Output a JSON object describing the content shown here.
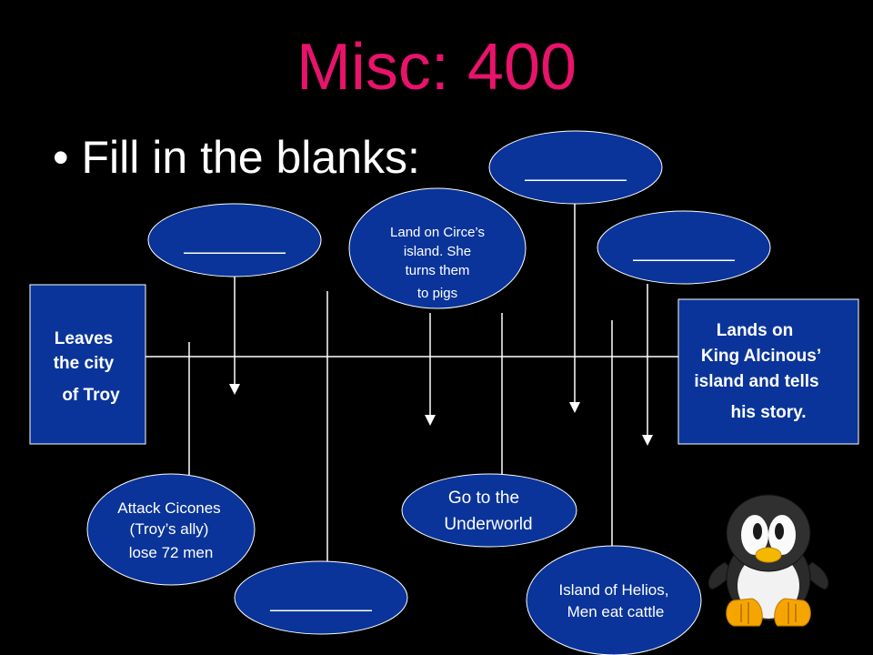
{
  "title": "Misc: 400",
  "bullet": "Fill in the blanks:",
  "boxes": {
    "start": [
      "Leaves",
      "the city",
      "of Troy"
    ],
    "end": [
      "Lands on",
      "King Alcinous’",
      "island and tells",
      "his story."
    ]
  },
  "ovals": {
    "blank": "_____",
    "circe": [
      "Land on Circe’s",
      "island. She",
      "turns them",
      "to pigs"
    ],
    "cicones": [
      "Attack Cicones",
      "(Troy’s ally)",
      "lose 72 men"
    ],
    "underworld": [
      "Go to the",
      "Underworld"
    ],
    "helios": [
      "Island of Helios,",
      "Men eat cattle"
    ]
  },
  "colors": {
    "title": "#e8136b",
    "node_fill": "#0a3499",
    "background": "#000000"
  },
  "decoration": "penguin-icon"
}
